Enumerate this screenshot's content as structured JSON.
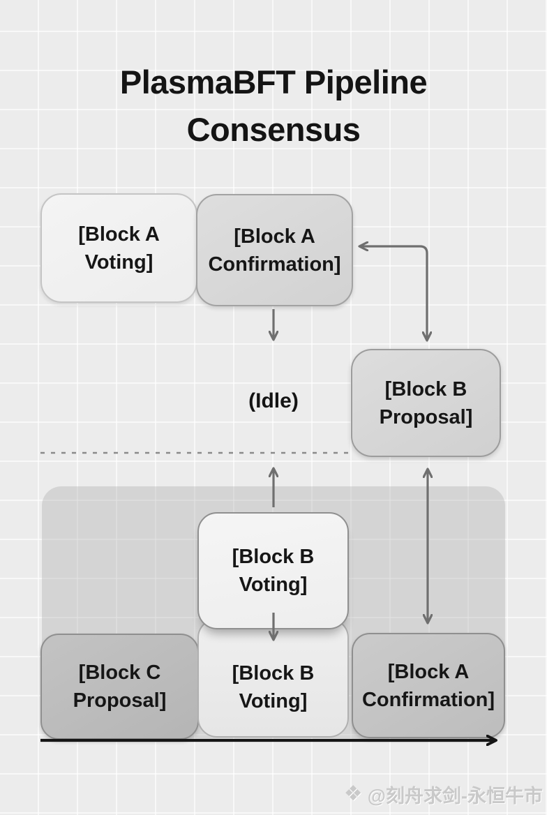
{
  "title": {
    "line1": "PlasmaBFT Pipeline",
    "line2": "Consensus"
  },
  "nodes": {
    "block_a_voting": {
      "line1": "[Block A",
      "line2": "Voting]"
    },
    "block_a_confirmation_top": {
      "line1": "[Block A",
      "line2": "Confirmation]"
    },
    "idle": {
      "label": "(Idle)"
    },
    "block_b_proposal": {
      "line1": "[Block B",
      "line2": "Proposal]"
    },
    "block_b_voting_top": {
      "line1": "[Block B",
      "line2": "Voting]"
    },
    "block_b_voting_bottom": {
      "line1": "[Block B",
      "line2": "Voting]"
    },
    "block_c_proposal": {
      "line1": "[Block C",
      "line2": "Proposal]"
    },
    "block_a_confirmation_bottom": {
      "line1": "[Block A",
      "line2": "Confirmation]"
    }
  },
  "connectors": {
    "confirmation_to_idle": "arrow-down",
    "proposal_to_confirmation_elbow": "elbow-double-arrow",
    "voting_up_across_separator": "arrow-up",
    "proposal_confirmation_double": "double-arrow-vertical",
    "voting_internal": "arrow-down",
    "separator": "dashed-line",
    "timeline_axis": "arrow-right"
  },
  "watermark": {
    "icon_glyph": "❖",
    "text": "@刻舟求剑-永恒牛市"
  },
  "colors": {
    "background": "#ececec",
    "grid_line": "#ffffff",
    "node_light": "#f2f2f2",
    "node_grey": "#d8d8d8",
    "node_dark": "#bcbcbc",
    "container": "#d4d4d4",
    "arrow": "#6f6f6f",
    "dashed": "#8a8a8a",
    "axis": "#161616",
    "text": "#161616",
    "watermark": "#c9c9c9"
  }
}
